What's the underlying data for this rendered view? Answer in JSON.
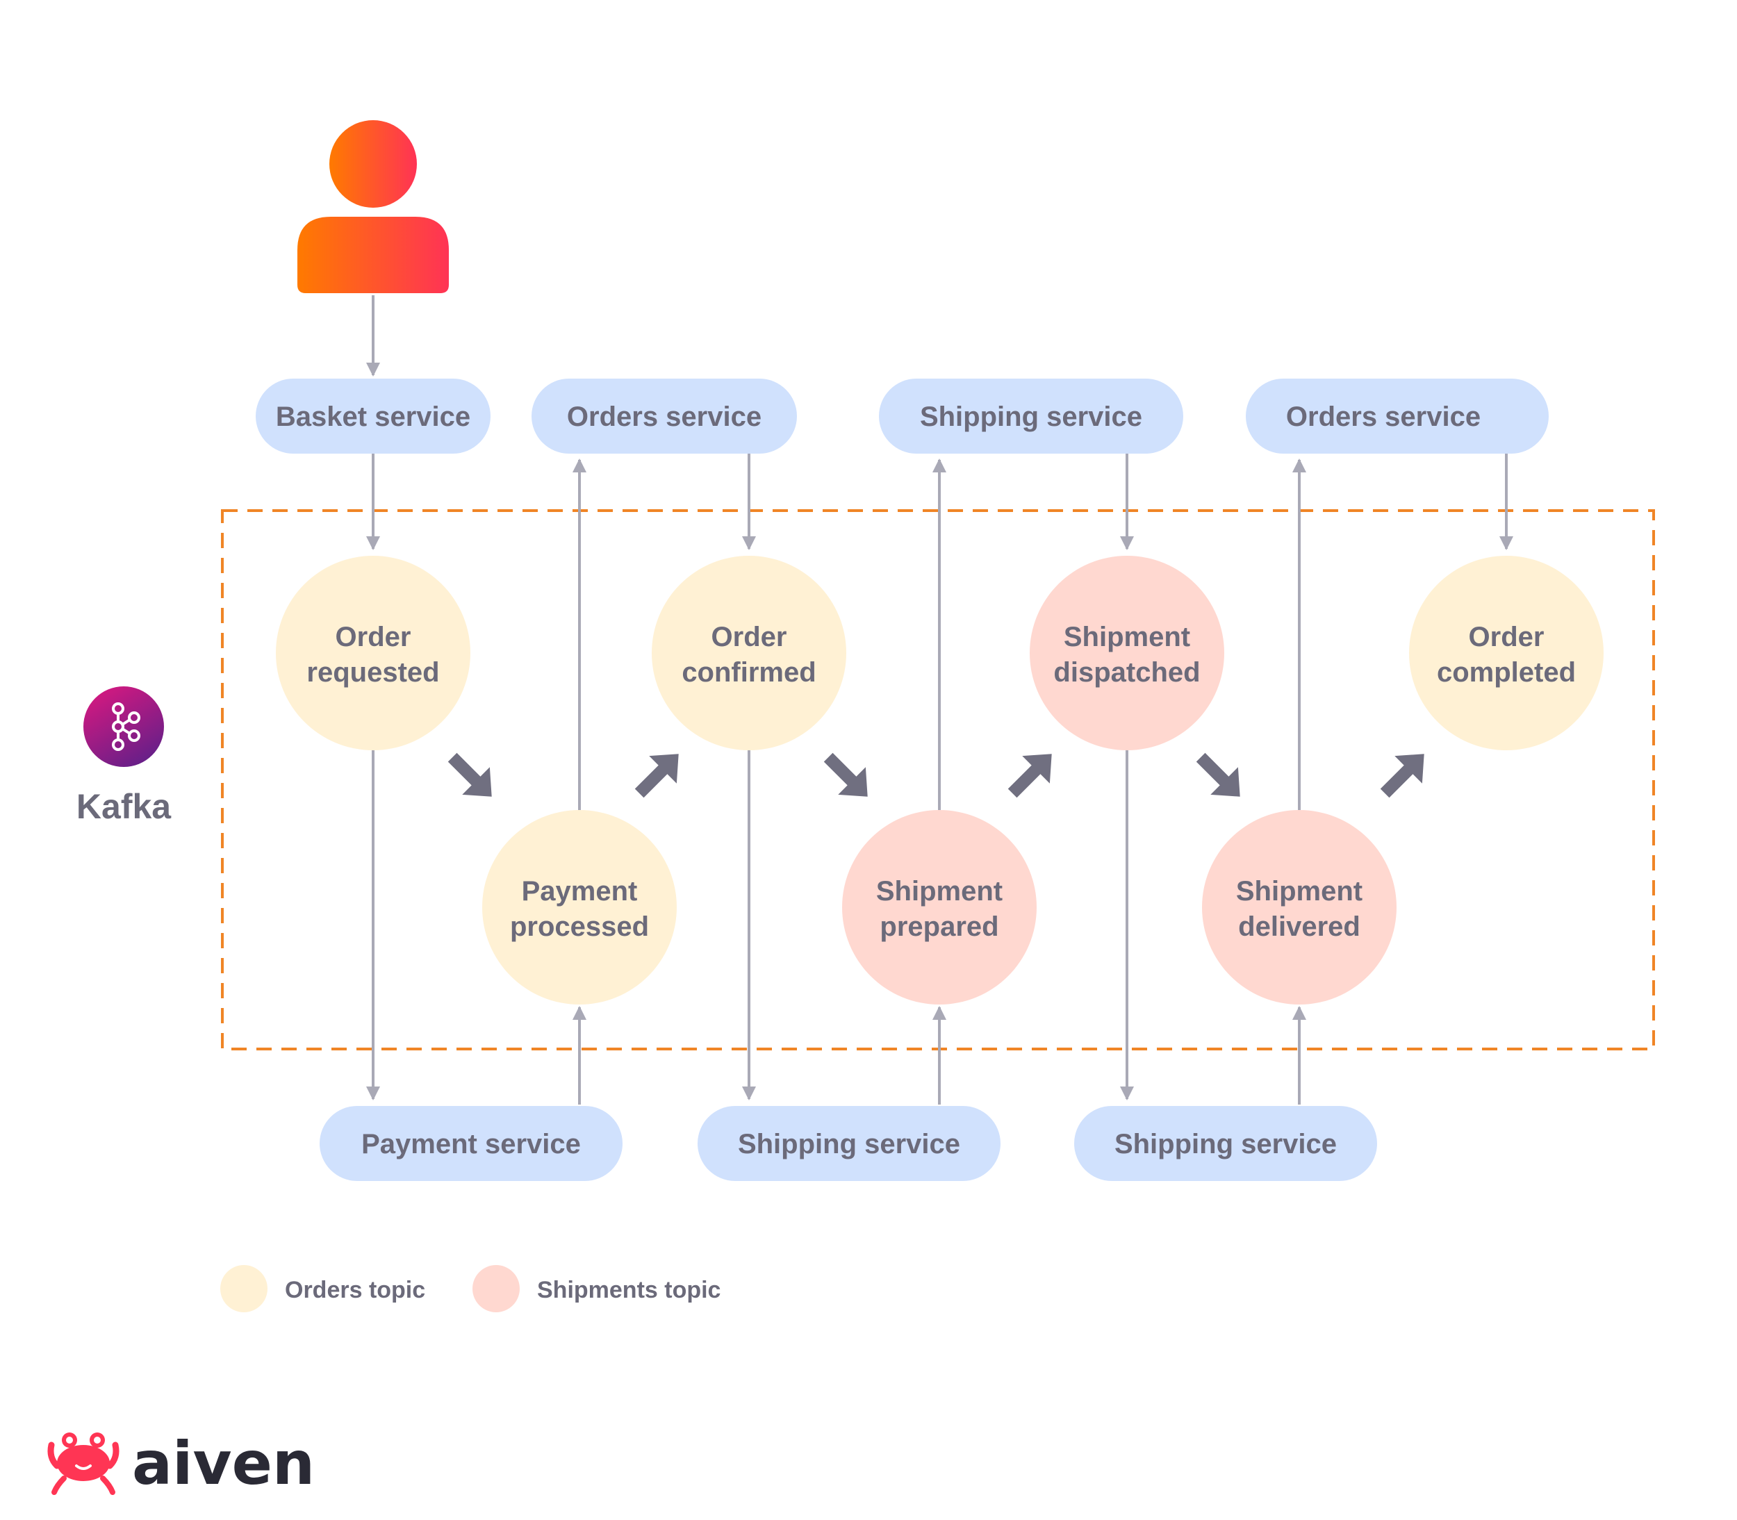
{
  "colors": {
    "service_fill": "#d0e1fd",
    "orders_topic_fill": "#fff1d4",
    "shipments_topic_fill": "#ffd8d0",
    "text": "#6b6a7a",
    "connector": "#a9a9b6",
    "flow_arrow": "#706f80",
    "kafka_border": "#f08526",
    "user_gradient_start": "#ff7a00",
    "user_gradient_end": "#ff3355",
    "kafka_gradient_start": "#e0187f",
    "kafka_gradient_end": "#6a1f88",
    "aiven_brand": "#ff3554",
    "aiven_text": "#2a2a35"
  },
  "user": {
    "icon": "user-icon"
  },
  "kafka": {
    "label": "Kafka",
    "icon": "kafka-icon"
  },
  "services_top": [
    {
      "id": "basket",
      "label": "Basket service"
    },
    {
      "id": "orders1",
      "label": "Orders service"
    },
    {
      "id": "shipping_top",
      "label": "Shipping service"
    },
    {
      "id": "orders2",
      "label": "Orders service"
    }
  ],
  "services_bottom": [
    {
      "id": "payment",
      "label": "Payment service"
    },
    {
      "id": "shipping1",
      "label": "Shipping service"
    },
    {
      "id": "shipping2",
      "label": "Shipping service"
    }
  ],
  "events": [
    {
      "id": "order_requested",
      "lines": [
        "Order",
        "requested"
      ],
      "topic": "orders"
    },
    {
      "id": "payment_processed",
      "lines": [
        "Payment",
        "processed"
      ],
      "topic": "orders"
    },
    {
      "id": "order_confirmed",
      "lines": [
        "Order",
        "confirmed"
      ],
      "topic": "orders"
    },
    {
      "id": "shipment_prepared",
      "lines": [
        "Shipment",
        "prepared"
      ],
      "topic": "shipments"
    },
    {
      "id": "shipment_dispatched",
      "lines": [
        "Shipment",
        "dispatched"
      ],
      "topic": "shipments"
    },
    {
      "id": "shipment_delivered",
      "lines": [
        "Shipment",
        "delivered"
      ],
      "topic": "shipments"
    },
    {
      "id": "order_completed",
      "lines": [
        "Order",
        "completed"
      ],
      "topic": "orders"
    }
  ],
  "legend": [
    {
      "label": "Orders topic",
      "topic": "orders"
    },
    {
      "label": "Shipments topic",
      "topic": "shipments"
    }
  ],
  "logo": {
    "wordmark": "aiven",
    "icon": "crab-logo-icon"
  }
}
